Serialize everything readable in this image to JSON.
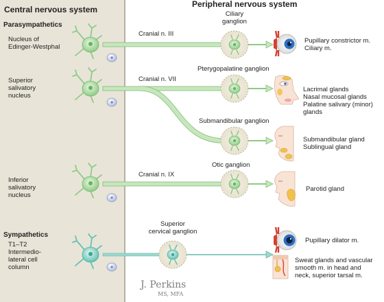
{
  "headers": {
    "central": "Central nervous system",
    "peripheral": "Peripheral nervous system"
  },
  "sections": {
    "parasympathetics": "Parasympathetics",
    "sympathetics": "Sympathetics"
  },
  "nuclei": {
    "edinger": [
      "Nucleus of",
      "Edinger-Westphal"
    ],
    "superior_salivatory": [
      "Superior",
      "salivatory",
      "nucleus"
    ],
    "inferior_salivatory": [
      "Inferior",
      "salivatory",
      "nucleus"
    ],
    "intermediolateral": [
      "T1–T2",
      "Intermedio-",
      "lateral cell",
      "column"
    ]
  },
  "nerves": {
    "cn3": "Cranial n. III",
    "cn7": "Cranial n. VII",
    "cn9": "Cranial n. IX"
  },
  "ganglia": {
    "ciliary": [
      "Ciliary",
      "ganglion"
    ],
    "pterygopalatine": "Pterygopalatine ganglion",
    "submandibular": "Submandibular ganglion",
    "otic": "Otic ganglion",
    "superior_cervical": [
      "Superior",
      "cervical ganglion"
    ]
  },
  "targets": {
    "eye_para": [
      "Pupillary constrictor m.",
      "Ciliary m."
    ],
    "lacrimal": [
      "Lacrimal glands",
      "Nasal mucosal glands",
      "Palatine salivary (minor)",
      "glands"
    ],
    "submandibular": [
      "Submandibular gland",
      "Sublingual gland"
    ],
    "parotid": "Parotid gland",
    "eye_symp": "Pupillary dilator m.",
    "sweat": [
      "Sweat glands and vascular",
      "smooth m. in head and",
      "neck, superior tarsal m."
    ]
  },
  "signature": {
    "name": "J. Perkins",
    "credentials": "MS, MFA"
  },
  "colors": {
    "cns_panel": "#e9e4d8",
    "divider": "#a49b8c",
    "para_neuron": "#9fd39a",
    "para_axon": "#c8e6bd",
    "para_axon_edge": "#7fbf78",
    "symp_neuron": "#7fd0c4",
    "symp_axon": "#9ed8cf",
    "ganglion_ring": "#b8b09c",
    "satellite": "#bccbe6",
    "iris": "#2e6fc2",
    "eye_red": "#d6402f",
    "gland_yellow": "#f2c14b"
  }
}
